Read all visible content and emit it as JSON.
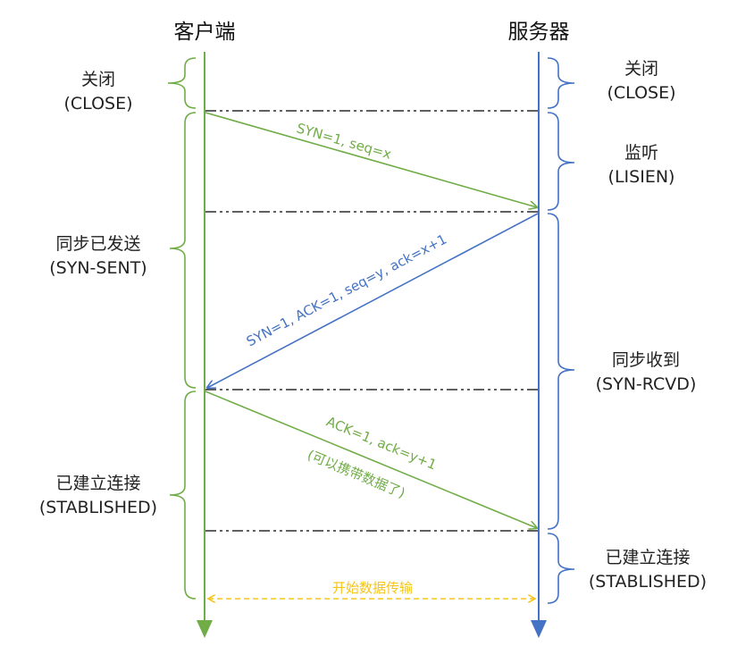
{
  "client": {
    "title": "客户端"
  },
  "server": {
    "title": "服务器"
  },
  "client_states": [
    {
      "name": "关闭",
      "code": "(CLOSE)"
    },
    {
      "name": "同步已发送",
      "code": "(SYN-SENT)"
    },
    {
      "name": "已建立连接",
      "code": "(STABLISHED)"
    }
  ],
  "server_states": [
    {
      "name": "关闭",
      "code": "(CLOSE)"
    },
    {
      "name": "监听",
      "code": "(LISIEN)"
    },
    {
      "name": "同步收到",
      "code": "(SYN-RCVD)"
    },
    {
      "name": "已建立连接",
      "code": "(STABLISHED)"
    }
  ],
  "messages": {
    "syn": "SYN=1,  seq=x",
    "synack": "SYN=1,  ACK=1,  seq=y,  ack=x+1",
    "ack_line1": "ACK=1,  ack=y+1",
    "ack_line2": "(可以携带数据了)",
    "data": "开始数据传输"
  },
  "colors": {
    "client": "#70ad47",
    "server": "#4472c4",
    "data": "#f5c518",
    "divider": "#000000"
  }
}
